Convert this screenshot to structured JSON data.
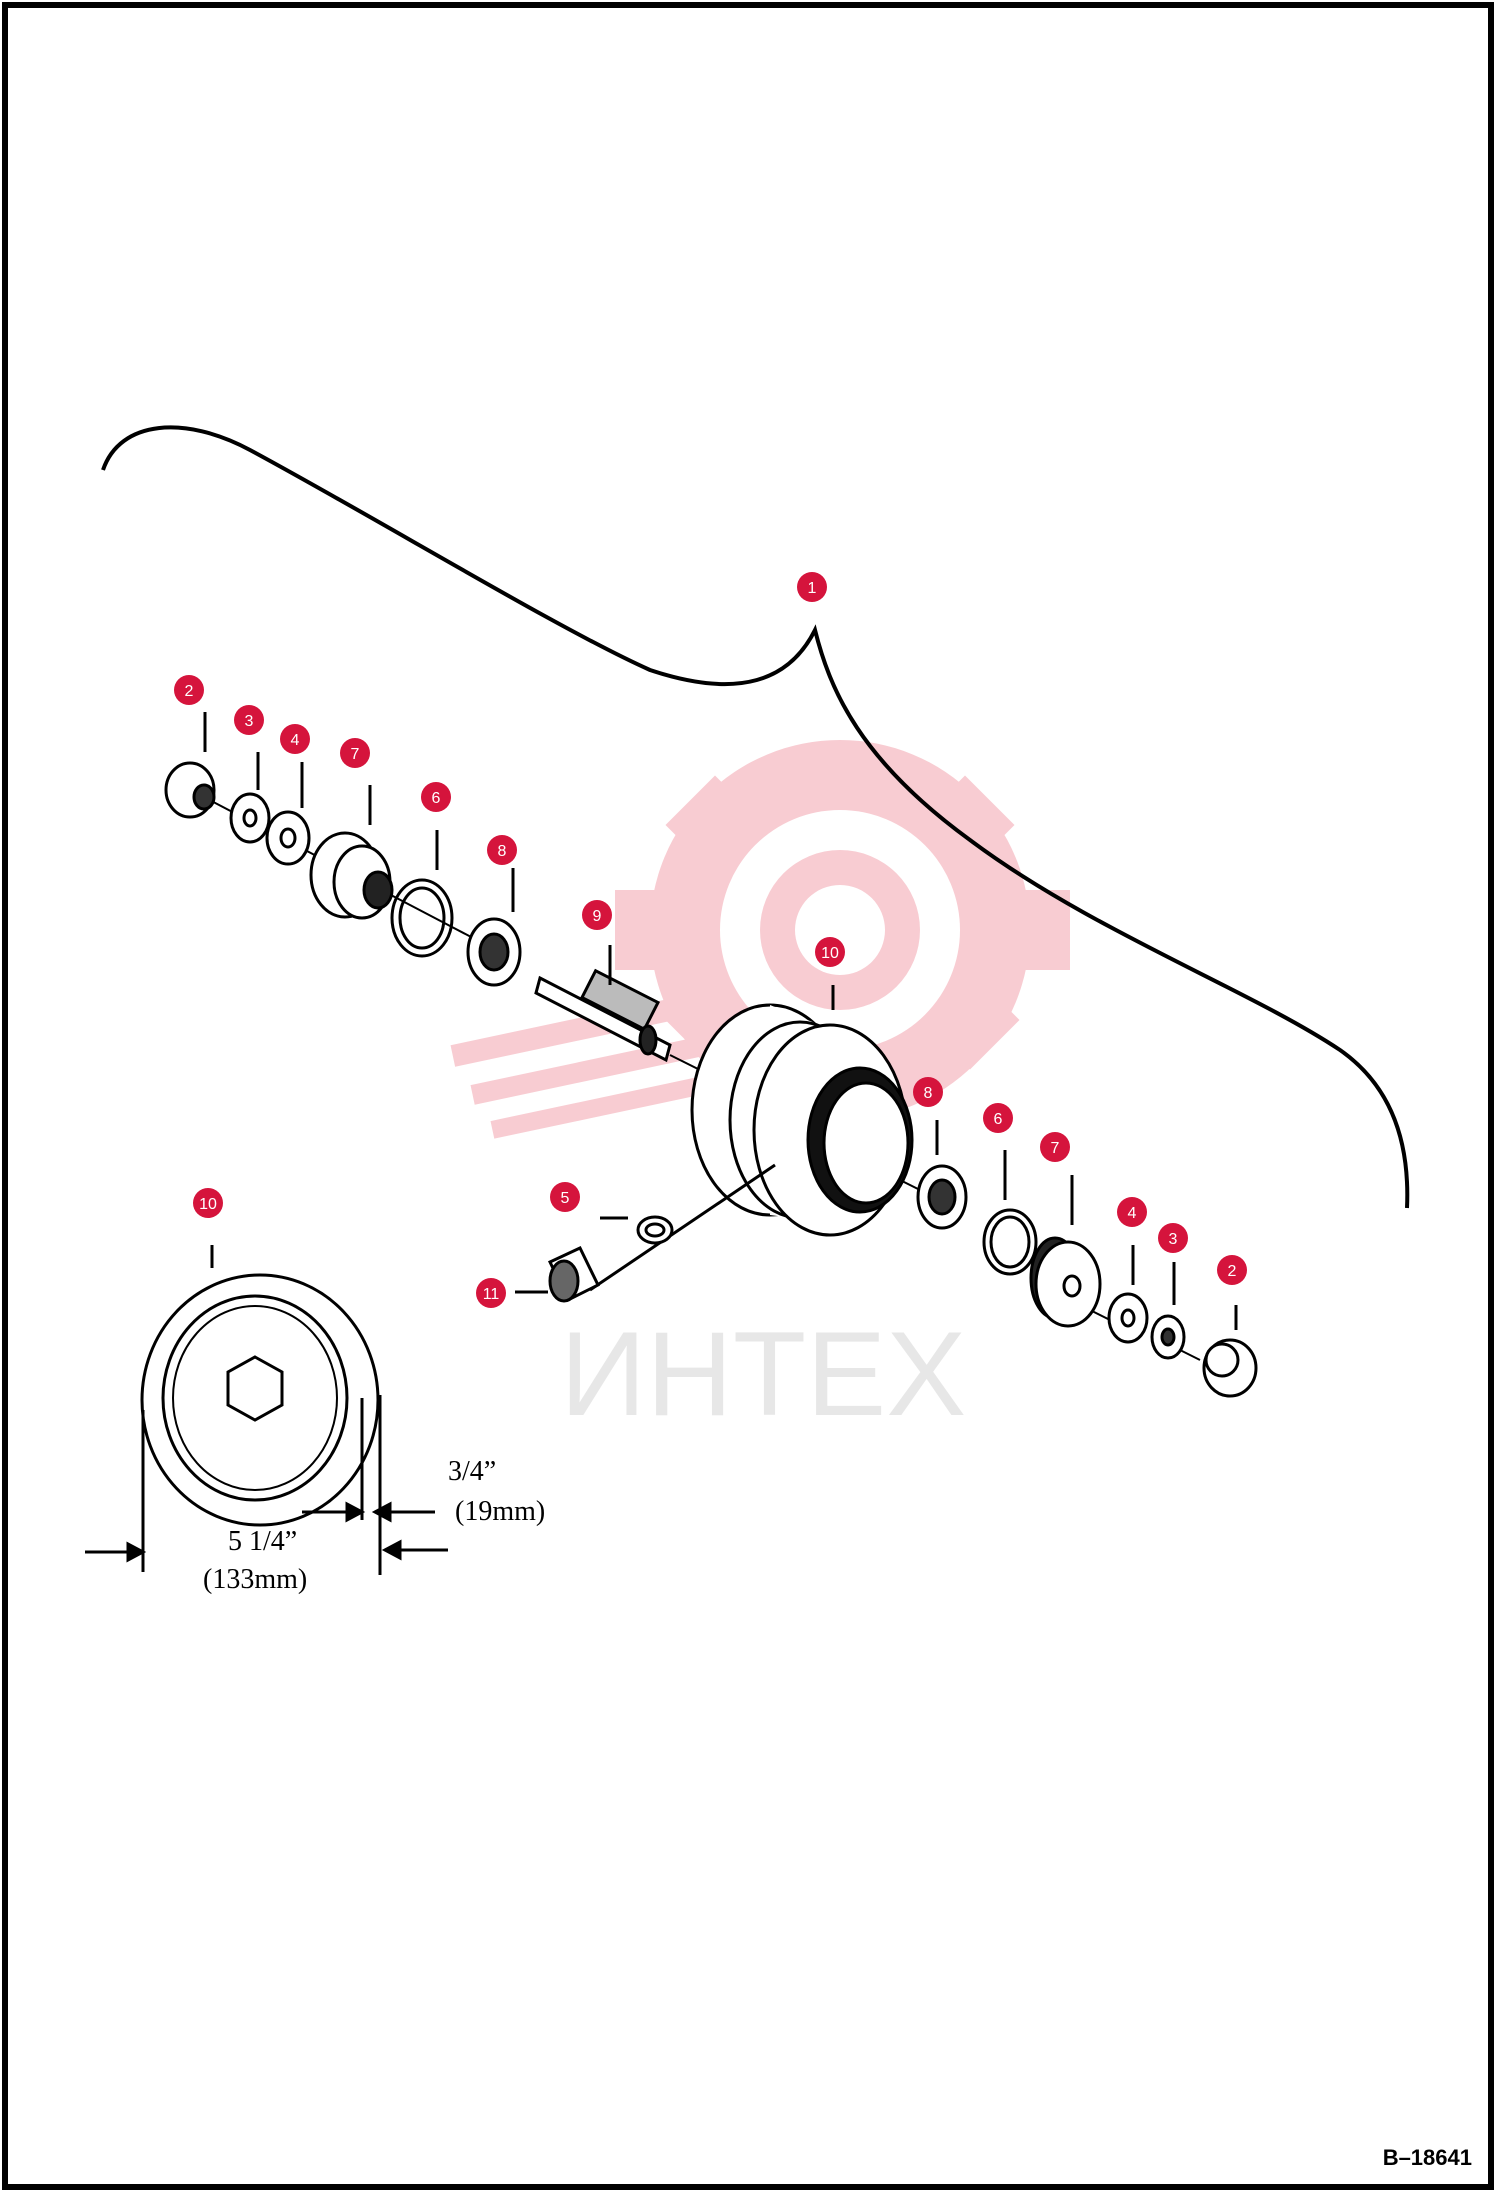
{
  "figure_id": "B–18641",
  "watermark_text": "ИНТЕХ",
  "colors": {
    "callout": "#d5143c",
    "line": "#000000",
    "watermark": "#f6c6cc"
  },
  "callouts": [
    {
      "id": "c-1",
      "label": "1"
    },
    {
      "id": "c-2a",
      "label": "2"
    },
    {
      "id": "c-3a",
      "label": "3"
    },
    {
      "id": "c-4a",
      "label": "4"
    },
    {
      "id": "c-7a",
      "label": "7"
    },
    {
      "id": "c-6a",
      "label": "6"
    },
    {
      "id": "c-8a",
      "label": "8"
    },
    {
      "id": "c-9",
      "label": "9"
    },
    {
      "id": "c-10a",
      "label": "10"
    },
    {
      "id": "c-8b",
      "label": "8"
    },
    {
      "id": "c-6b",
      "label": "6"
    },
    {
      "id": "c-7b",
      "label": "7"
    },
    {
      "id": "c-4b",
      "label": "4"
    },
    {
      "id": "c-3b",
      "label": "3"
    },
    {
      "id": "c-2b",
      "label": "2"
    },
    {
      "id": "c-5",
      "label": "5"
    },
    {
      "id": "c-11",
      "label": "11"
    },
    {
      "id": "c-10b",
      "label": "10"
    }
  ],
  "dimensions": {
    "width": {
      "imperial": "3/4”",
      "metric": "(19mm)"
    },
    "diameter": {
      "imperial": "5 1/4”",
      "metric": "(133mm)"
    }
  }
}
